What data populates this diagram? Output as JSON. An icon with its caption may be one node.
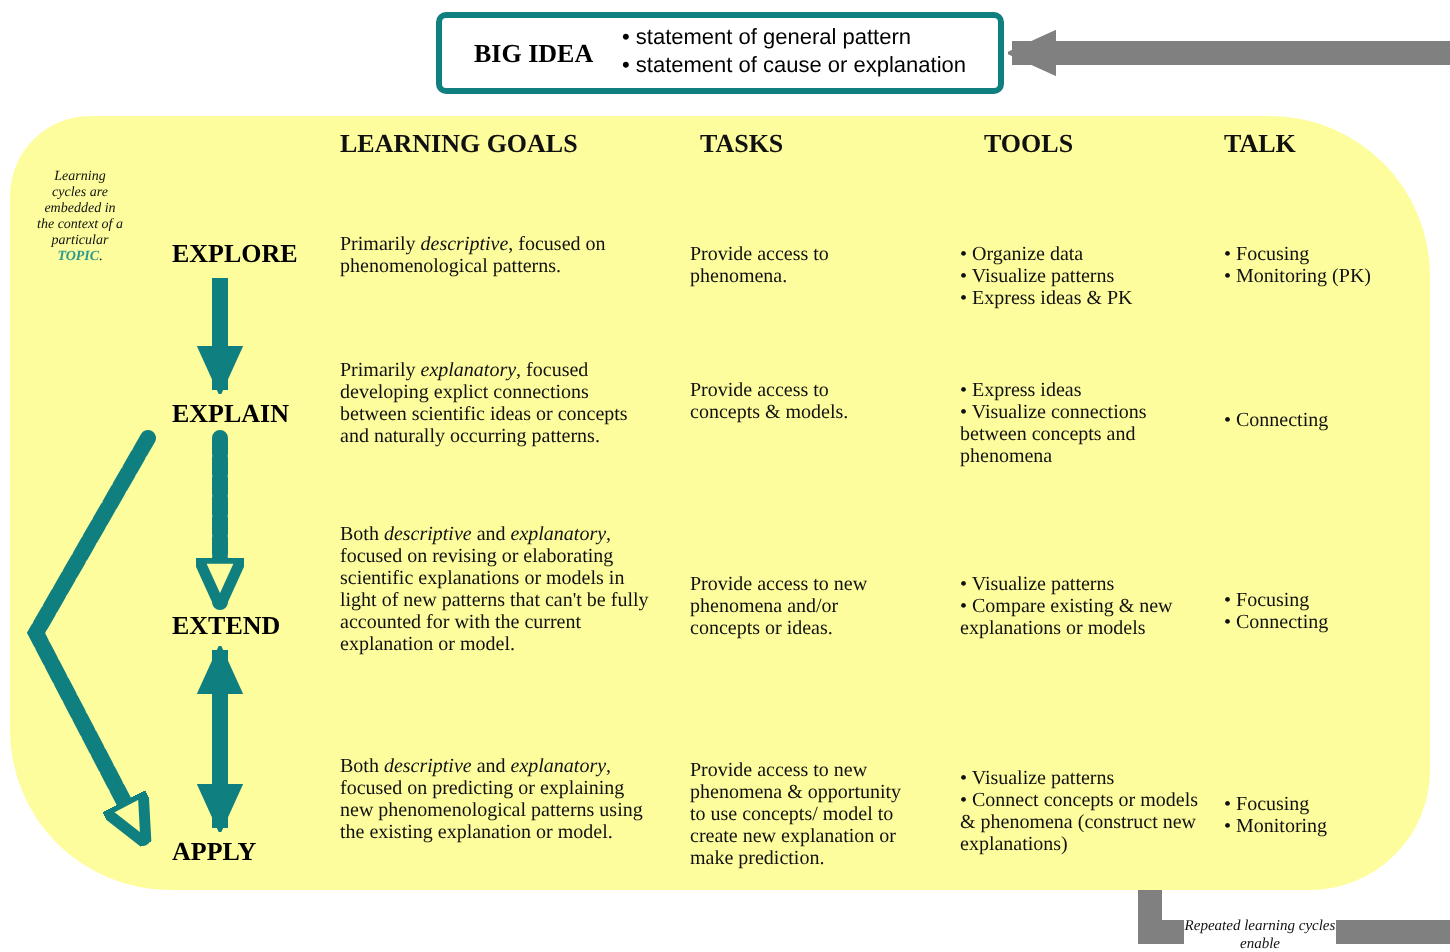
{
  "diagram": {
    "nodes": [
      {
        "text": [
          "BIG IDEA",
          "• statement of general pattern",
          "• statement of cause or explanation"
        ]
      },
      {
        "text": [],
        "shape": "box"
      },
      {
        "text": [
          "EXPLORE"
        ],
        "in": 1
      },
      {
        "text": [
          "EXPLAIN"
        ],
        "in": 1
      },
      {
        "text": [
          "EXTEND"
        ],
        "in": 1
      },
      {
        "text": [
          "APPLY"
        ],
        "in": 1
      }
    ],
    "edges": [
      {
        "from": 2,
        "to": 3,
        "arrow": "to"
      },
      {
        "from": 3,
        "to": 4,
        "arrow": "to",
        "style": "dashed"
      },
      {
        "from": 4,
        "to": 5,
        "arrow": "both"
      },
      {
        "from": 3,
        "to": 5,
        "arrow": "to",
        "style": "dashed"
      },
      {
        "from": null,
        "to": 0,
        "arrow": "to",
        "color": "#808080"
      },
      {
        "from": 1,
        "to": null,
        "arrow": "none",
        "color": "#808080"
      }
    ],
    "labels": [
      "Learning cycles are embedded in the context of a particular **TOPIC**.",
      "LEARNING GOALS",
      "TASKS",
      "TOOLS",
      "TALK",
      "Primarily *descriptive*, focused on phenomenological patterns.",
      "Provide access to phenomena.",
      "• Organize data",
      "• Visualize patterns",
      "• Express ideas & PK",
      "• Focusing",
      "• Monitoring (PK)",
      "Primarily *explanatory*, focused developing explict connections between scientific ideas or concepts and naturally occurring patterns.",
      "Provide access to concepts & models.",
      "• Express ideas",
      "• Visualize connections between concepts and phenomena",
      "• Connecting",
      "Both *descriptive* and *explanatory*, focused on revising or elaborating scientific explanations or models in light of new patterns that can't be fully accounted for with the current explanation or model.",
      "Provide access to new phenomena and/or concepts or ideas.",
      "• Visualize patterns",
      "• Compare existing & new explanations or models",
      "• Focusing",
      "• Connecting",
      "Both *descriptive* and *explanatory*, focused on predicting or explaining new phenomenological patterns using the existing explanation or model.",
      "Provide access to new phenomena & opportunity to use concepts/ model to create new explanation or make prediction.",
      "• Visualize patterns",
      "• Connect concepts or models & phenomena (construct new explanations)",
      "• Focusing",
      "• Monitoring",
      "Repeated learning cycles enable"
    ]
  }
}
